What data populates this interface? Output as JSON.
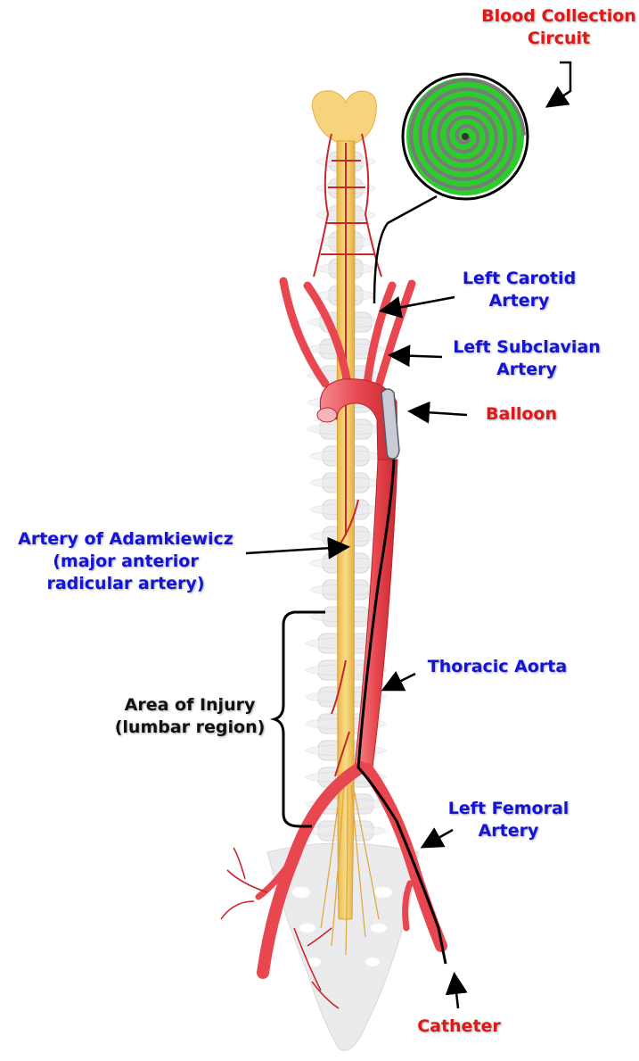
{
  "colors": {
    "label_blue": "#1414d8",
    "label_red": "#e01818",
    "label_black": "#111111",
    "artery": "#e8474f",
    "spinal_cord": "#f3c65a",
    "vertebra": "#e9e9ec",
    "coil_green": "#33cc33"
  },
  "labels": {
    "blood_collection": [
      "Blood Collection",
      "Circuit"
    ],
    "left_carotid": [
      "Left Carotid",
      "Artery"
    ],
    "left_subclavian": [
      "Left Subclavian",
      "Artery"
    ],
    "balloon": [
      "Balloon"
    ],
    "adamkiewicz": [
      "Artery of Adamkiewicz",
      "(major anterior",
      "radicular artery)"
    ],
    "thoracic_aorta": [
      "Thoracic Aorta"
    ],
    "area_of_injury": [
      "Area of Injury",
      "(lumbar region)"
    ],
    "left_femoral": [
      "Left Femoral",
      "Artery"
    ],
    "catheter": [
      "Catheter"
    ]
  }
}
